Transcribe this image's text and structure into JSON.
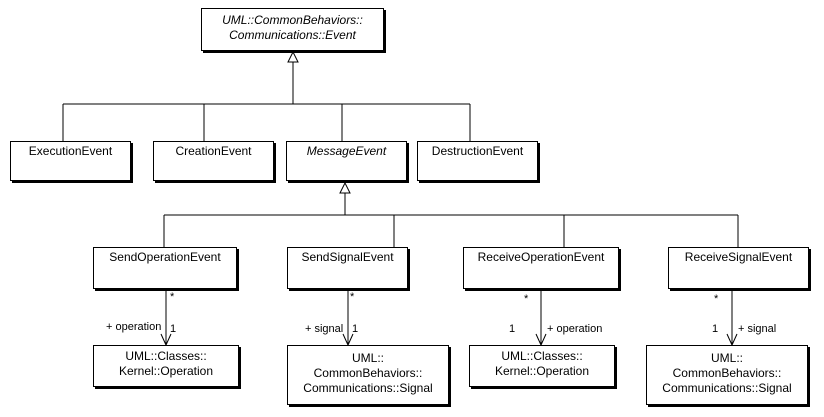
{
  "event": {
    "line1": "UML::CommonBehaviors::",
    "line2": "Communications::Event"
  },
  "execution_event": "ExecutionEvent",
  "creation_event": "CreationEvent",
  "message_event": "MessageEvent",
  "destruction_event": "DestructionEvent",
  "send_operation_event": "SendOperationEvent",
  "send_signal_event": "SendSignalEvent",
  "receive_operation_event": "ReceiveOperationEvent",
  "receive_signal_event": "ReceiveSignalEvent",
  "operation_1": {
    "line1": "UML::Classes::",
    "line2": "Kernel::Operation"
  },
  "signal_1": {
    "line1": "UML::",
    "line2": "CommonBehaviors::",
    "line3": "Communications::Signal"
  },
  "operation_2": {
    "line1": "UML::Classes::",
    "line2": "Kernel::Operation"
  },
  "signal_2": {
    "line1": "UML::",
    "line2": "CommonBehaviors::",
    "line3": "Communications::Signal"
  },
  "assoc_1": {
    "role": "+ operation",
    "mult_source": "*",
    "mult_target": "1"
  },
  "assoc_2": {
    "role": "+ signal",
    "mult_source": "*",
    "mult_target": "1"
  },
  "assoc_3": {
    "role": "+ operation",
    "mult_source": "*",
    "mult_target": "1"
  },
  "assoc_4": {
    "role": "+ signal",
    "mult_source": "*",
    "mult_target": "1"
  }
}
